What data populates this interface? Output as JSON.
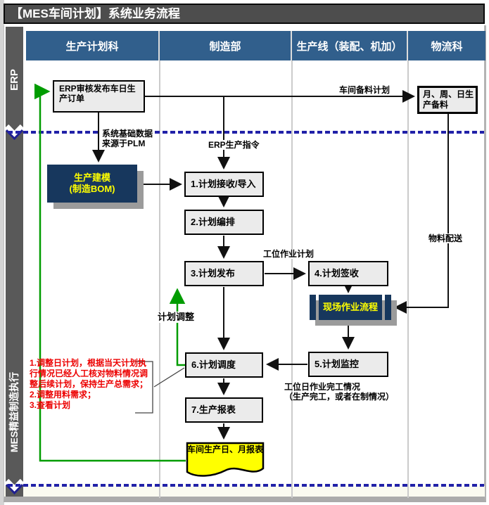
{
  "title": "【MES车间计划】系统业务流程",
  "sidebar": {
    "top_label": "ERP",
    "bottom_label": "MES精益制造执行"
  },
  "lanes": {
    "headers": [
      "生产计划科",
      "制造部",
      "生产线（装配、机加）",
      "物流科"
    ]
  },
  "nodes": {
    "erp_order": "ERP审核发布车日生产订单",
    "monthly_prep": "月、周、日生产备料",
    "modeling": "生产建模\n(制造BOM)",
    "step1": "1.计划接收/导入",
    "step2": "2.计划编排",
    "step3": "3.计划发布",
    "step4": "4.计划签收",
    "site_process": "现场作业流程",
    "step5": "5.计划监控",
    "step6": "6.计划调度",
    "step7": "7.生产报表",
    "report_doc": "车间生产日、月报表"
  },
  "edges": {
    "basis_note": "系统基础数据\n来源于PLM",
    "erp_command": "ERP生产指令",
    "material_prep_plan": "车间备料计划",
    "material_delivery": "物料配送",
    "station_work_plan": "工位作业计划",
    "plan_adjust": "计划调整",
    "station_completion": "工位日作业完工情况\n（生产完工，或者在制情况）"
  },
  "annotations": {
    "red_note": "1.调整日计划，根据当天计划执\n行情况已经人工核对物料情况调\n整后续计划，保持生产总需求；\n2.调整用料需求；\n3.查看计划"
  },
  "colors": {
    "header_blue": "#315F8C",
    "title_gray": "#4D4D4D",
    "sidebar_gray": "#595959",
    "navy_box": "#17375D",
    "box_yellow_text": "#FFFF00",
    "doc_yellow": "#FFFF00",
    "green_arrow": "#009C00",
    "dashed_navy": "#2121A8",
    "red_text": "#EC0000"
  }
}
